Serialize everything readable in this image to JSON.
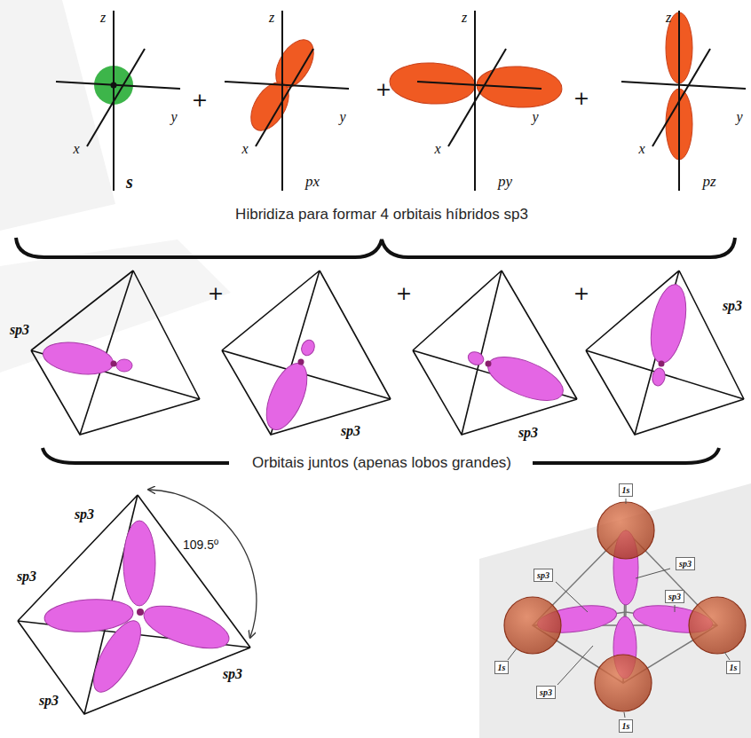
{
  "diagram": {
    "nodes": [
      {
        "text": [
          "1s"
        ]
      },
      {
        "text": [
          "sp3"
        ]
      },
      {
        "text": [
          "sp3"
        ]
      },
      {
        "text": [
          "sp3"
        ]
      },
      {
        "text": [
          "1s"
        ]
      },
      {
        "text": [
          "sp3"
        ]
      },
      {
        "text": [
          "1s"
        ]
      },
      {
        "text": [
          "1s"
        ]
      }
    ],
    "labels": [
      "z",
      "y",
      "x",
      "s",
      "+",
      "z",
      "y",
      "x",
      "px",
      "+",
      "z",
      "y",
      "x",
      "py",
      "+",
      "z",
      "y",
      "x",
      "pz",
      "Hibridiza para formar 4 orbitais híbridos sp3",
      "sp3",
      "+",
      "sp3",
      "+",
      "sp3",
      "+",
      "sp3",
      "Orbitais juntos (apenas lobos grandes)",
      "sp3",
      "109.5º",
      "sp3",
      "sp3",
      "sp3"
    ]
  }
}
